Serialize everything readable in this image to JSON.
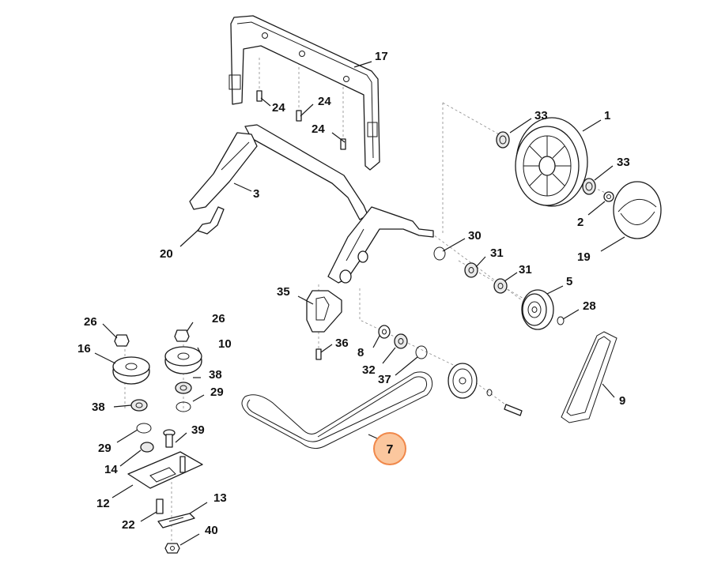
{
  "highlight": {
    "label": "7",
    "fill": "#fbc79e",
    "stroke": "#f0884a"
  },
  "callouts": {
    "c1": "1",
    "c2": "2",
    "c3": "3",
    "c5": "5",
    "c7": "7",
    "c8": "8",
    "c9": "9",
    "c10": "10",
    "c12": "12",
    "c13": "13",
    "c14": "14",
    "c16": "16",
    "c17": "17",
    "c19": "19",
    "c20": "20",
    "c22": "22",
    "c24a": "24",
    "c24b": "24",
    "c24c": "24",
    "c26a": "26",
    "c26b": "26",
    "c28": "28",
    "c29a": "29",
    "c29b": "29",
    "c30": "30",
    "c31a": "31",
    "c31b": "31",
    "c32": "32",
    "c33a": "33",
    "c33b": "33",
    "c35": "35",
    "c36": "36",
    "c37": "37",
    "c38a": "38",
    "c38b": "38",
    "c39": "39",
    "c40": "40"
  }
}
